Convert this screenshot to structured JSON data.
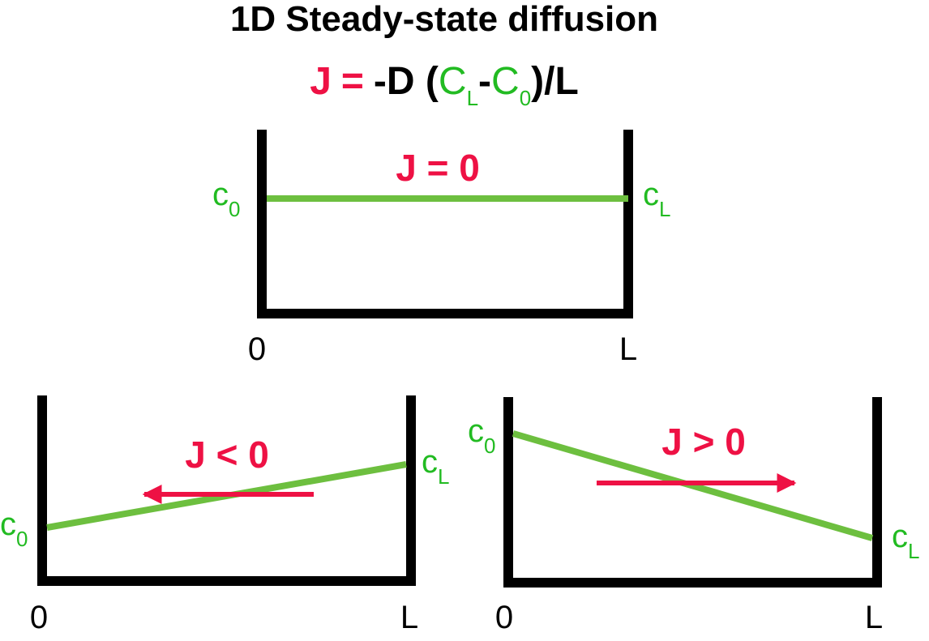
{
  "title": "1D Steady-state diffusion",
  "equation": {
    "j": "J",
    "eq": "=",
    "minus_d": "-D (",
    "c": "C",
    "sub_l": "L",
    "dash": "-",
    "sub_0": "0",
    "tail": ")/L"
  },
  "colors": {
    "concentration": "#22bb22",
    "profile": "#6dbf3f",
    "flux": "#ee1144",
    "wall": "#000000"
  },
  "panels": [
    {
      "flux_label": "J = 0",
      "arrow": "none",
      "c0": "c",
      "c0_sub": "0",
      "cl": "c",
      "cl_sub": "L",
      "x0": "0",
      "xl": "L"
    },
    {
      "flux_label": "J < 0",
      "arrow": "left",
      "c0": "c",
      "c0_sub": "0",
      "cl": "c",
      "cl_sub": "L",
      "x0": "0",
      "xl": "L"
    },
    {
      "flux_label": "J > 0",
      "arrow": "right",
      "c0": "c",
      "c0_sub": "0",
      "cl": "c",
      "cl_sub": "L",
      "x0": "0",
      "xl": "L"
    }
  ]
}
